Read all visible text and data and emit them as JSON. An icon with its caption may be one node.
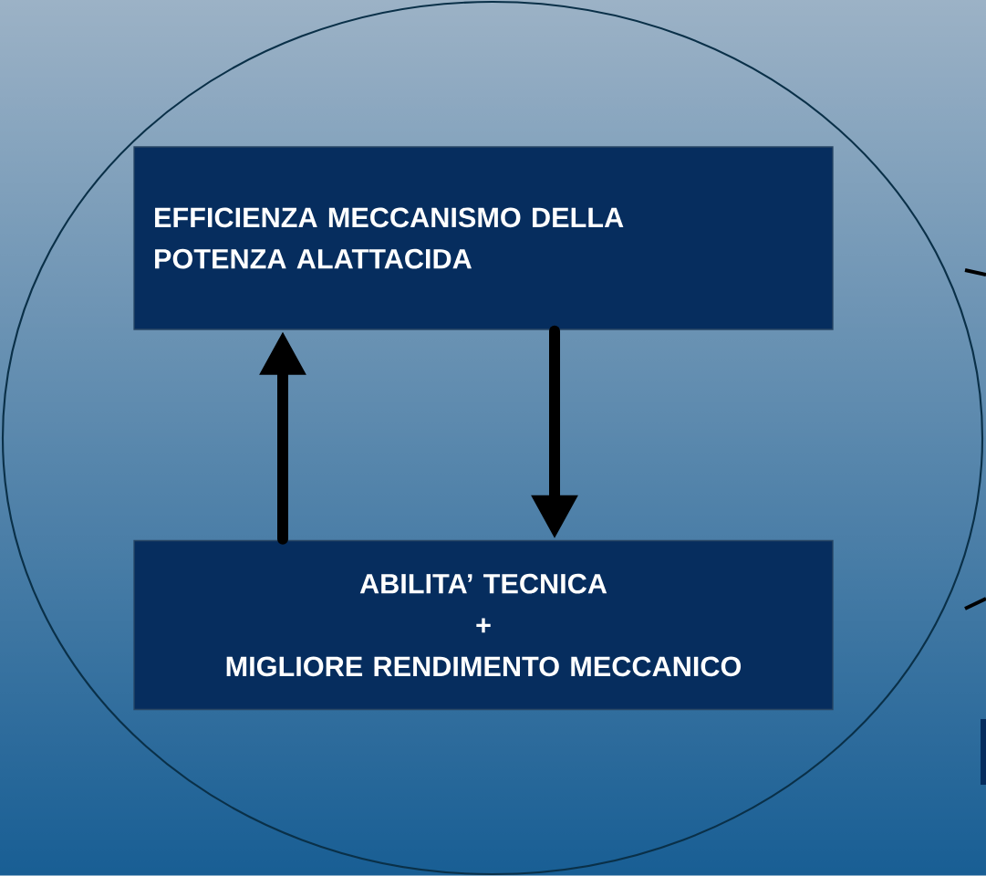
{
  "diagram": {
    "nodes": [
      {
        "text": [],
        "shape": "circle"
      },
      {
        "text": [
          "EFFICIENZA MECCANISMO DELLA POTENZA ALATTACIDA"
        ],
        "in": 0
      },
      {
        "text": [
          "ABILITA’ TECNICA",
          "+",
          "MIGLIORE RENDIMENTO MECCANICO"
        ],
        "in": 0
      }
    ],
    "edges": [
      {
        "from": 2,
        "to": 1,
        "arrow": "to"
      },
      {
        "from": 1,
        "to": 2,
        "arrow": "to"
      }
    ]
  }
}
